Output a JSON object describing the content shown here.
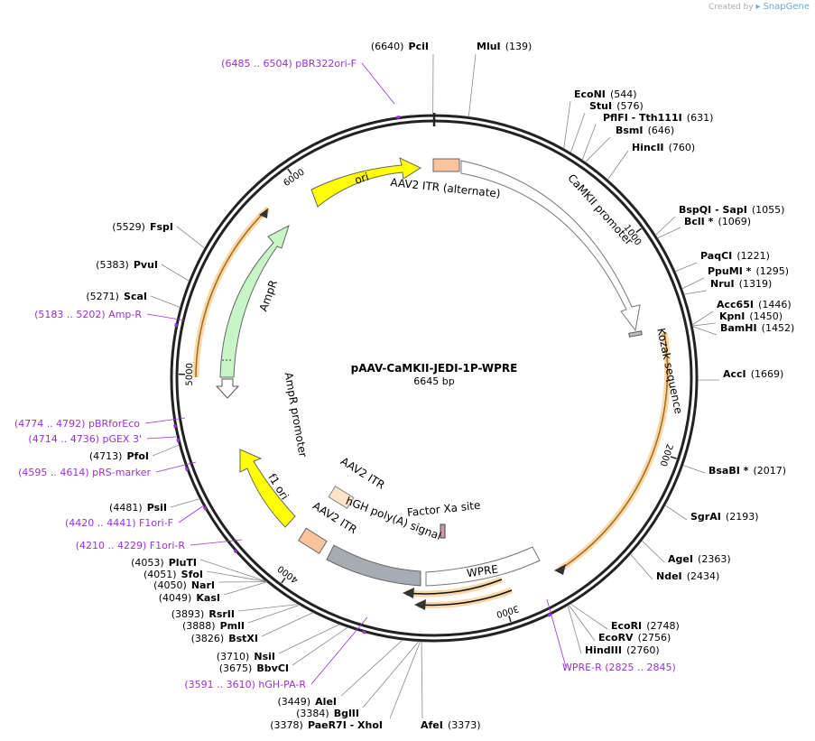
{
  "credit": {
    "prefix": "Created by",
    "brand": "SnapGene"
  },
  "plasmid": {
    "name": "pAAV-CaMKII-JEDI-1P-WPRE",
    "length_label": "6645 bp",
    "length": 6645
  },
  "colors": {
    "primer": "#9b30d9",
    "ori": "#ffff00",
    "itr": "#f9c39b",
    "amp": "#c8f5c8",
    "wpre_poly": "#a6acb4",
    "orf": "#e8a33c"
  },
  "ticks": [
    {
      "pos": 1000,
      "label": "1000"
    },
    {
      "pos": 2000,
      "label": "2000"
    },
    {
      "pos": 3000,
      "label": "3000"
    },
    {
      "pos": 4000,
      "label": "4000"
    },
    {
      "pos": 5000,
      "label": "5000"
    },
    {
      "pos": 6000,
      "label": "6000"
    }
  ],
  "enzymes": [
    {
      "name": "PciI",
      "pos": "(6640)",
      "order": "pos-first"
    },
    {
      "name": "MluI",
      "pos": "(139)",
      "order": "name-first"
    },
    {
      "name": "EcoNI",
      "pos": "(544)",
      "order": "name-first"
    },
    {
      "name": "StuI",
      "pos": "(576)",
      "order": "name-first"
    },
    {
      "name": "PflFI  - Tth111I",
      "pos": "(631)",
      "order": "name-first"
    },
    {
      "name": "BsmI",
      "pos": "(646)",
      "order": "name-first"
    },
    {
      "name": "HincII",
      "pos": "(760)",
      "order": "name-first"
    },
    {
      "name": "BspQI  - SapI",
      "pos": "(1055)",
      "order": "name-first"
    },
    {
      "name": "BclI *",
      "pos": "(1069)",
      "order": "name-first"
    },
    {
      "name": "PaqCI",
      "pos": "(1221)",
      "order": "name-first"
    },
    {
      "name": "PpuMI *",
      "pos": "(1295)",
      "order": "name-first"
    },
    {
      "name": "NruI",
      "pos": "(1319)",
      "order": "name-first"
    },
    {
      "name": "Acc65I",
      "pos": "(1446)",
      "order": "name-first"
    },
    {
      "name": "KpnI",
      "pos": "(1450)",
      "order": "name-first"
    },
    {
      "name": "BamHI",
      "pos": "(1452)",
      "order": "name-first"
    },
    {
      "name": "AccI",
      "pos": "(1669)",
      "order": "name-first"
    },
    {
      "name": "BsaBI *",
      "pos": "(2017)",
      "order": "name-first"
    },
    {
      "name": "SgrAI",
      "pos": "(2193)",
      "order": "name-first"
    },
    {
      "name": "AgeI",
      "pos": "(2363)",
      "order": "name-first"
    },
    {
      "name": "NdeI",
      "pos": "(2434)",
      "order": "name-first"
    },
    {
      "name": "EcoRI",
      "pos": "(2748)",
      "order": "name-first"
    },
    {
      "name": "EcoRV",
      "pos": "(2756)",
      "order": "name-first"
    },
    {
      "name": "HindIII",
      "pos": "(2760)",
      "order": "name-first"
    },
    {
      "name": "AfeI",
      "pos": "(3373)",
      "order": "name-first"
    },
    {
      "name": "PaeR7I  - XhoI",
      "pos": "(3378)",
      "order": "pos-first"
    },
    {
      "name": "BglII",
      "pos": "(3384)",
      "order": "pos-first"
    },
    {
      "name": "AleI",
      "pos": "(3449)",
      "order": "pos-first"
    },
    {
      "name": "BbvCI",
      "pos": "(3675)",
      "order": "pos-first"
    },
    {
      "name": "NsiI",
      "pos": "(3710)",
      "order": "pos-first"
    },
    {
      "name": "BstXI",
      "pos": "(3826)",
      "order": "pos-first"
    },
    {
      "name": "PmlI",
      "pos": "(3888)",
      "order": "pos-first"
    },
    {
      "name": "RsrII",
      "pos": "(3893)",
      "order": "pos-first"
    },
    {
      "name": "KasI",
      "pos": "(4049)",
      "order": "pos-first"
    },
    {
      "name": "NarI",
      "pos": "(4050)",
      "order": "pos-first"
    },
    {
      "name": "SfoI",
      "pos": "(4051)",
      "order": "pos-first"
    },
    {
      "name": "PluTI",
      "pos": "(4053)",
      "order": "pos-first"
    },
    {
      "name": "PsiI",
      "pos": "(4481)",
      "order": "pos-first"
    },
    {
      "name": "PfoI",
      "pos": "(4713)",
      "order": "pos-first"
    },
    {
      "name": "ScaI",
      "pos": "(5271)",
      "order": "pos-first"
    },
    {
      "name": "PvuI",
      "pos": "(5383)",
      "order": "pos-first"
    },
    {
      "name": "FspI",
      "pos": "(5529)",
      "order": "pos-first"
    }
  ],
  "primers": [
    {
      "label": "(6485 .. 6504)  pBR322ori-F"
    },
    {
      "label": "(5183 .. 5202)  Amp-R"
    },
    {
      "label": "(4774 .. 4792)  pBRforEco"
    },
    {
      "label": "(4714 .. 4736)  pGEX 3'"
    },
    {
      "label": "(4595 .. 4614)  pRS-marker"
    },
    {
      "label": "(4420 .. 4441)  F1ori-F"
    },
    {
      "label": "(4210 .. 4229)  F1ori-R"
    },
    {
      "label": "(3591 .. 3610)  hGH-PA-R"
    },
    {
      "label": "WPRE-R      (2825 .. 2845)"
    }
  ],
  "features": [
    {
      "label": "ori"
    },
    {
      "label": "AAV2 ITR (alternate)"
    },
    {
      "label": "CaMKII promoter"
    },
    {
      "label": "Kozak sequence"
    },
    {
      "label": "AmpR"
    },
    {
      "label": "AmpR promoter"
    },
    {
      "label": "f1 ori"
    },
    {
      "label": "AAV2 ITR"
    },
    {
      "label": "AAV2 ITR"
    },
    {
      "label": "hGH poly(A) signal"
    },
    {
      "label": "Factor Xa site"
    },
    {
      "label": "WPRE"
    }
  ]
}
